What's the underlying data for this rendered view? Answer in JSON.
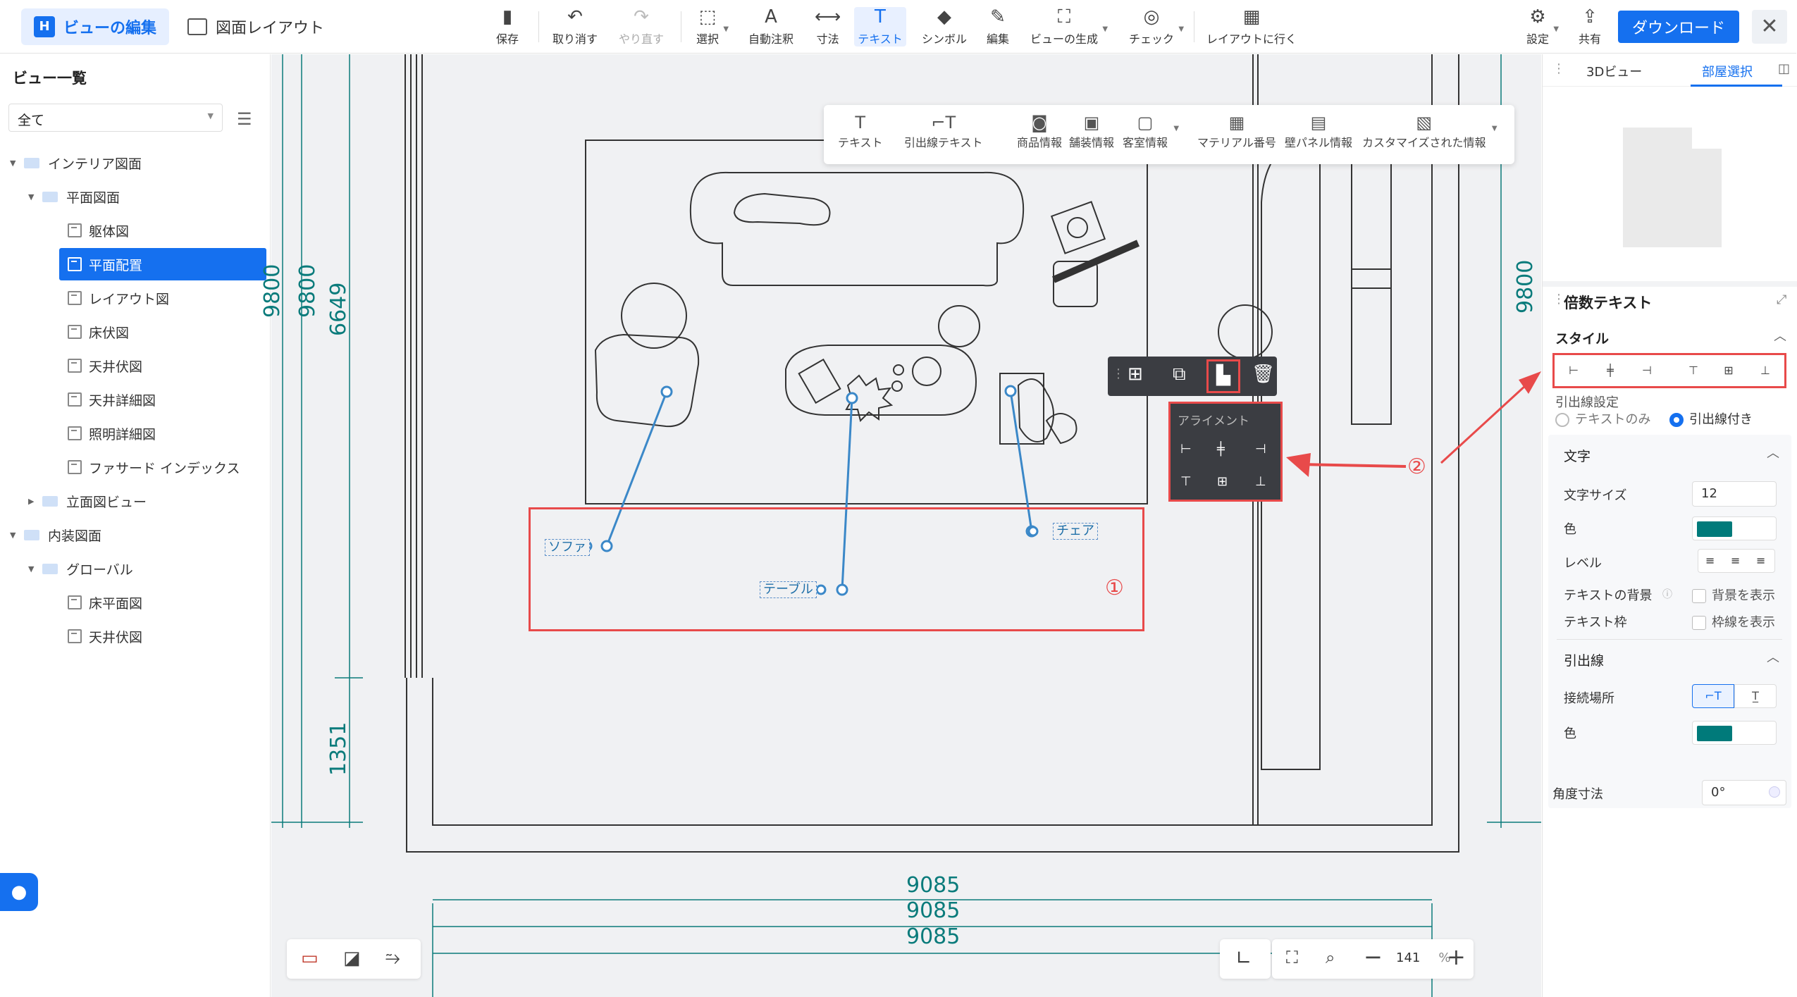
{
  "topbar": {
    "tab_edit": "ビューの編集",
    "tab_layout": "図面レイアウト",
    "tools": [
      "保存",
      "取り消す",
      "やり直す",
      "選択",
      "自動注釈",
      "寸法",
      "テキスト",
      "シンボル",
      "編集",
      "ビューの生成",
      "チェック",
      "レイアウトに行く"
    ],
    "settings": "設定",
    "share": "共有",
    "download": "ダウンロード"
  },
  "subtoolbar": [
    "テキスト",
    "引出線テキスト",
    "商品情報",
    "舗装情報",
    "客室情報",
    "マテリアル番号",
    "壁パネル情報",
    "カスタマイズされた情報"
  ],
  "left_panel": {
    "title": "ビュー一覧",
    "filter": "全て",
    "tree": [
      {
        "label": "インテリア図面"
      },
      {
        "label": "平面図面"
      },
      {
        "label": "躯体図"
      },
      {
        "label": "平面配置"
      },
      {
        "label": "レイアウト図"
      },
      {
        "label": "床伏図"
      },
      {
        "label": "天井伏図"
      },
      {
        "label": "天井詳細図"
      },
      {
        "label": "照明詳細図"
      },
      {
        "label": "ファサード インデックス"
      },
      {
        "label": "立面図ビュー"
      },
      {
        "label": "内装図面"
      },
      {
        "label": "グローバル"
      },
      {
        "label": "床平面図"
      },
      {
        "label": "天井伏図"
      }
    ]
  },
  "canvas": {
    "dims": {
      "left_partial": "9800",
      "left1": "9800",
      "left2": "6649",
      "left3": "1351",
      "right": "9800",
      "bottom": [
        "9085",
        "9085",
        "9085"
      ]
    },
    "labels": {
      "sofa": "ソファ",
      "table": "テーブル",
      "chair": "チェア"
    },
    "alignment_popup_title": "アライメント",
    "marker1": "①",
    "marker2": "②",
    "zoom": "141",
    "zoom_unit": "%"
  },
  "right_panel": {
    "tab_3d": "3Dビュー",
    "tab_room": "部屋選択",
    "panel_title": "倍数テキスト",
    "style_title": "スタイル",
    "leader_setting": "引出線設定",
    "text_only": "テキストのみ",
    "with_leader": "引出線付き",
    "text_section": "文字",
    "font_size_label": "文字サイズ",
    "font_size": "12",
    "color_label": "色",
    "level_label": "レベル",
    "text_bg_label": "テキストの背景",
    "show_bg": "背景を表示",
    "text_frame_label": "テキスト枠",
    "show_frame": "枠線を表示",
    "leader_section": "引出線",
    "connect_label": "接続場所",
    "color_label2": "色",
    "angle_label": "角度寸法",
    "angle_value": "0°",
    "accent_color": "#007a7a"
  }
}
